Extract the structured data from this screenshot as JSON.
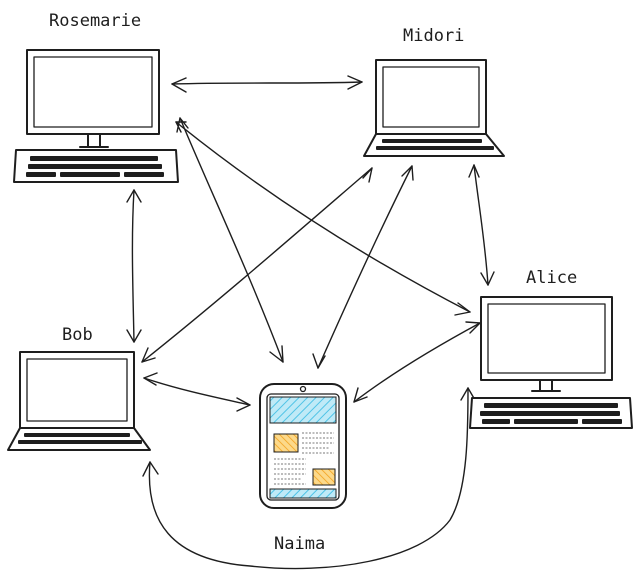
{
  "nodes": {
    "rosemarie": {
      "label": "Rosemarie",
      "device": "desktop"
    },
    "midori": {
      "label": "Midori",
      "device": "laptop"
    },
    "bob": {
      "label": "Bob",
      "device": "laptop"
    },
    "alice": {
      "label": "Alice",
      "device": "desktop"
    },
    "naima": {
      "label": "Naima",
      "device": "phone"
    }
  },
  "connections": [
    {
      "from": "Rosemarie",
      "to": "Midori",
      "direction": "both"
    },
    {
      "from": "Rosemarie",
      "to": "Bob",
      "direction": "both"
    },
    {
      "from": "Rosemarie",
      "to": "Naima",
      "direction": "both"
    },
    {
      "from": "Rosemarie",
      "to": "Alice",
      "direction": "both"
    },
    {
      "from": "Midori",
      "to": "Bob",
      "direction": "both"
    },
    {
      "from": "Midori",
      "to": "Naima",
      "direction": "both"
    },
    {
      "from": "Midori",
      "to": "Alice",
      "direction": "both"
    },
    {
      "from": "Bob",
      "to": "Naima",
      "direction": "both"
    },
    {
      "from": "Alice",
      "to": "Naima",
      "direction": "both"
    },
    {
      "from": "Bob",
      "to": "Alice",
      "direction": "both"
    }
  ],
  "colors": {
    "ink": "#1e1e1e",
    "phone_pattern": "#4ec3e6",
    "phone_card": "#f2b63d"
  }
}
